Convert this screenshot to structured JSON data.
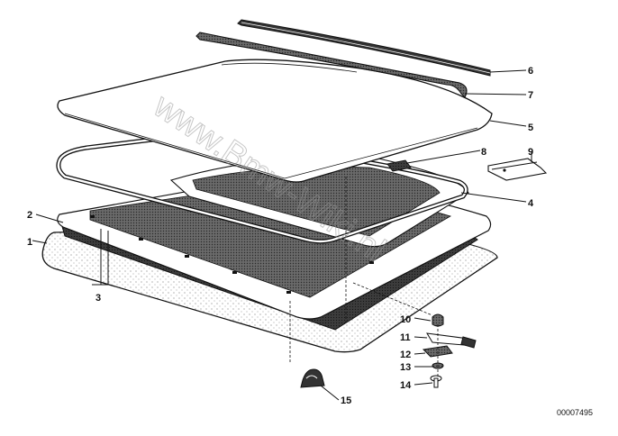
{
  "diagram": {
    "watermark": "www.Bmw-Wiki.nl",
    "part_number": "00007495",
    "callouts": [
      "1",
      "2",
      "3",
      "4",
      "5",
      "6",
      "7",
      "8",
      "9",
      "10",
      "11",
      "12",
      "13",
      "14",
      "15"
    ]
  }
}
